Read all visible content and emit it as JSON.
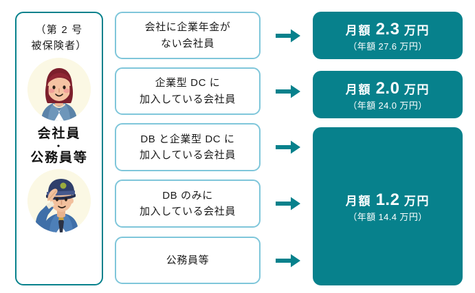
{
  "diagram": {
    "title": "iDeCo contribution limits by employment category",
    "colors": {
      "teal": "#07818c",
      "light_blue_border": "#7fc6da",
      "avatar_bg": "#fbf8e4",
      "text": "#1a1a1a",
      "white": "#ffffff"
    }
  },
  "left_panel": {
    "heading_line1": "（第 2 号",
    "heading_line2": "被保険者）",
    "avatar_female_name": "office-worker-woman-illustration",
    "avatar_male_name": "public-servant-police-officer-illustration",
    "label_line1": "会社員",
    "label_dot": "・",
    "label_line2": "公務員等"
  },
  "rows": [
    {
      "id": "row-no-corporate-pension",
      "category_line1": "会社に企業年金が",
      "category_line2": "ない会社員",
      "arrow_icon": "arrow-right-icon"
    },
    {
      "id": "row-corporate-dc",
      "category_line1": "企業型 DC に",
      "category_line2": "加入している会社員",
      "arrow_icon": "arrow-right-icon"
    },
    {
      "id": "row-db-and-corporate-dc",
      "category_line1": "DB と企業型 DC に",
      "category_line2": "加入している会社員",
      "arrow_icon": "arrow-right-icon"
    },
    {
      "id": "row-db-only",
      "category_line1": "DB のみに",
      "category_line2": "加入している会社員",
      "arrow_icon": "arrow-right-icon"
    },
    {
      "id": "row-public-servant",
      "category_line1": "公務員等",
      "category_line2": "",
      "arrow_icon": "arrow-right-icon"
    }
  ],
  "amounts": [
    {
      "id": "amount-2-3",
      "monthly_prefix": "月額",
      "monthly_value": "2.3",
      "monthly_suffix": "万円",
      "annual": "（年額 27.6 万円）"
    },
    {
      "id": "amount-2-0",
      "monthly_prefix": "月額",
      "monthly_value": "2.0",
      "monthly_suffix": "万円",
      "annual": "（年額 24.0 万円）"
    },
    {
      "id": "amount-1-2",
      "monthly_prefix": "月額",
      "monthly_value": "1.2",
      "monthly_suffix": "万円",
      "annual": "（年額 14.4 万円）"
    }
  ]
}
